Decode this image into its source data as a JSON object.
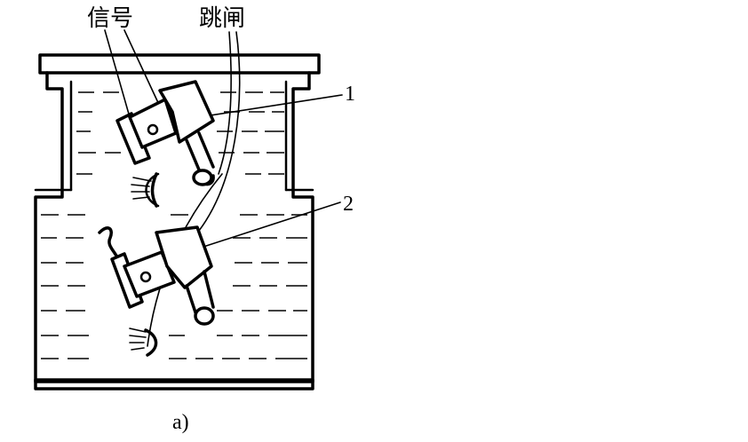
{
  "labels": {
    "signal": "信号",
    "trip": "跳闸",
    "marker_1": "1",
    "marker_2": "2",
    "caption": "a)"
  }
}
